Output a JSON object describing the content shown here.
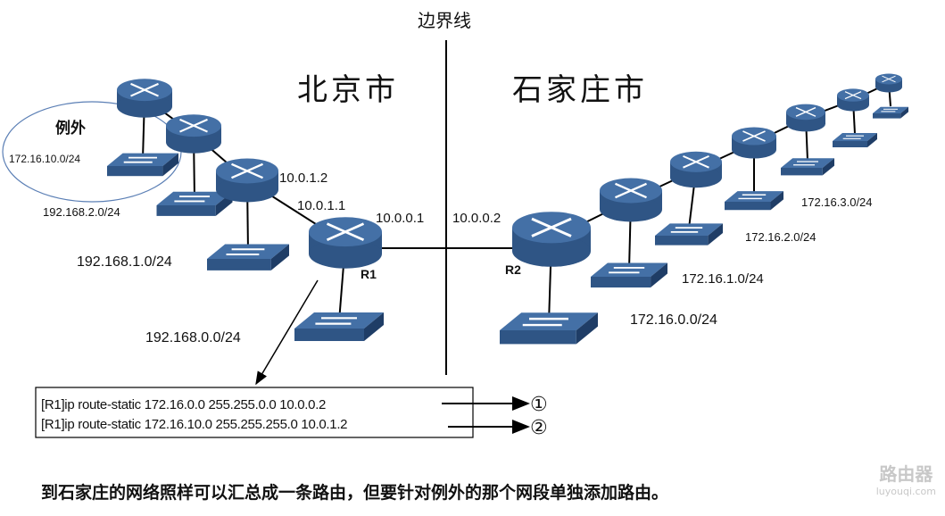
{
  "title_border": "边界线",
  "region_left": "北京市",
  "region_right": "石家庄市",
  "exception": {
    "label": "例外",
    "network": "172.16.10.0/24"
  },
  "left_networks": [
    "192.168.2.0/24",
    "192.168.1.0/24",
    "192.168.0.0/24"
  ],
  "interfaces": {
    "r3_ip": "10.0.1.2",
    "r1_left_ip": "10.0.1.1",
    "r1_right_ip": "10.0.0.1",
    "r2_ip": "10.0.0.2"
  },
  "routers": {
    "r1": "R1",
    "r2": "R2"
  },
  "right_networks": [
    "172.16.0.0/24",
    "172.16.1.0/24",
    "172.16.2.0/24",
    "172.16.3.0/24"
  ],
  "commands": [
    {
      "text": "[R1]ip route-static 172.16.0.0 255.255.0.0 10.0.0.2",
      "marker": "①"
    },
    {
      "text": "[R1]ip route-static 172.16.10.0 255.255.255.0 10.0.1.2",
      "marker": "②"
    }
  ],
  "caption": "到石家庄的网络照样可以汇总成一条路由，但要针对例外的那个网段单独添加路由。",
  "watermark": {
    "name": "路由器",
    "site": "luyouqi.com"
  },
  "colors": {
    "device": "#2f5585",
    "device_top": "#4470a6",
    "ellipse": "#5b7fb5"
  }
}
